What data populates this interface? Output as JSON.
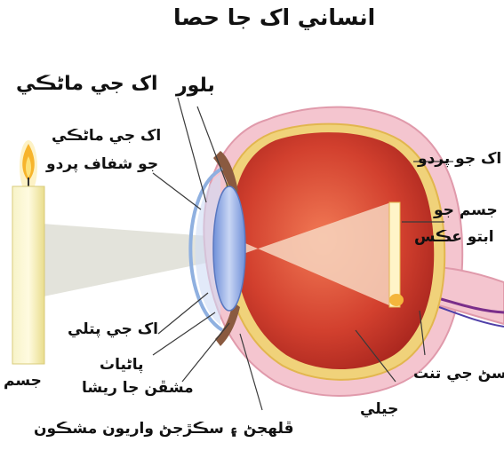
{
  "title": "انساني اک جا حصا",
  "labels": {
    "cornea": "اک جي ماڻڪي",
    "lens": "بلور",
    "cornea_membrane_line1": "اک جي ماڻڪي",
    "cornea_membrane_line2": "جو شفاف پردو",
    "retina": "اک جو پردو",
    "image_line1": "جسم جو",
    "image_line2": "ابتو عڪس",
    "iris": "اک جي پتلي",
    "muscle_fibres_line1": "پاڻياٺ",
    "muscle_fibres_line2": "مشڦن جا ريشا",
    "object": "جسم",
    "optic_nerve": "ڏسڻ جي تنت",
    "vitreous_jelly": "جيلي",
    "ciliary_muscles": "ڦلهجڻ ۽ سڪڙجڻ واريون مشڪون"
  },
  "colors": {
    "eyeball": "#c8342a",
    "sclera": "#f2b9c4",
    "lens": "#9fb6e8",
    "candle": "#f6f0b0",
    "flame": "#f7b42c",
    "retina": "#f0d27a"
  },
  "icons": [
    "candle-icon",
    "eyeball-icon"
  ]
}
